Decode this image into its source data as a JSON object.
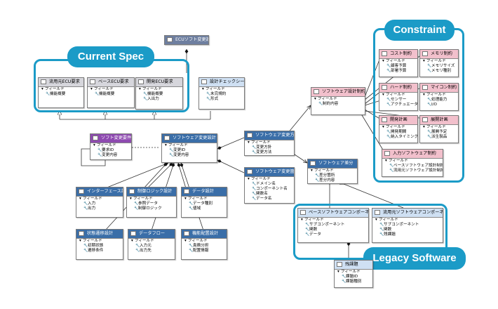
{
  "callouts": {
    "current_spec": "Current Spec",
    "constraint": "Constraint",
    "legacy_software": "Legacy Software"
  },
  "field_heading": "フィールド",
  "boxes": {
    "ecu_change_design": {
      "title": "ECUソフト変更設計",
      "items": []
    },
    "derived_ecu_req": {
      "title": "流用元ECU要求",
      "items": [
        "機能概要"
      ]
    },
    "base_ecu_req": {
      "title": "ベースECU要求",
      "items": [
        "機能概要"
      ]
    },
    "dev_ecu_req": {
      "title": "開発ECU要求",
      "items": [
        "機能概要",
        "入出力"
      ]
    },
    "design_check_sheet": {
      "title": "設計チェックシート",
      "items": [
        "未完規約",
        "形式"
      ]
    },
    "sw_change_req": {
      "title": "ソフト変更要件",
      "items": [
        "要求ID",
        "変更内容"
      ]
    },
    "sw_change_design": {
      "title": "ソフトウェア変更設計",
      "items": [
        "変更ID",
        "変更内容"
      ]
    },
    "sw_change_method": {
      "title": "ソフトウェア変更方式",
      "items": [
        "変更方針",
        "変更方法"
      ]
    },
    "sw_change_location": {
      "title": "ソフトウェア変更箇所",
      "items": [
        "ドメイン名",
        "コンポーネント名",
        "関数名",
        "データ名"
      ]
    },
    "sw_diff": {
      "title": "ソフトウェア差分",
      "items": [
        "差分箇所",
        "差分内容"
      ]
    },
    "sw_design_constraint": {
      "title": "ソフトウェア設計制約",
      "items": [
        "制約内容"
      ]
    },
    "cost_constraint": {
      "title": "コスト制約",
      "items": [
        "顧客予算",
        "部署予算"
      ]
    },
    "memory_constraint": {
      "title": "メモリ制約",
      "items": [
        "メモリサイズ",
        "メモリ種別"
      ]
    },
    "hw_constraint": {
      "title": "ハード制約",
      "items": [
        "センサー",
        "アクチュエータ"
      ]
    },
    "mcu_constraint": {
      "title": "マイコン制約",
      "items": [
        "処理能力",
        "I/O"
      ]
    },
    "dev_plan": {
      "title": "開発計画",
      "items": [
        "開発期間",
        "納入タイミング"
      ]
    },
    "mass_prod_plan": {
      "title": "展開計画",
      "items": [
        "展開予定",
        "派生製品"
      ]
    },
    "input_sw_constraint": {
      "title": "入力ソフトウェア制約",
      "items": [
        "ベースソフトウェア設計制約",
        "流用元ソフトウェア設計制約"
      ]
    },
    "interface_design": {
      "title": "インターフェース設計",
      "items": [
        "入力",
        "出力"
      ]
    },
    "control_logic_design": {
      "title": "制御ロジック設計",
      "items": [
        "参照データ",
        "制御ロジック"
      ]
    },
    "data_design": {
      "title": "データ設計",
      "items": [
        "データ種別",
        "値域"
      ]
    },
    "state_transition_design": {
      "title": "状態遷移設計",
      "items": [
        "初期状態",
        "遷移条件"
      ]
    },
    "dataflow": {
      "title": "データフロー",
      "items": [
        "入力元",
        "出力先"
      ]
    },
    "function_allocation_design": {
      "title": "機能配置設計",
      "items": [
        "責務分担",
        "配置情報"
      ]
    },
    "base_sw_component": {
      "title": "ベースソフトウェアコンポーネント",
      "items": [
        "サブコンポーネント",
        "関数",
        "データ"
      ]
    },
    "derived_sw_component": {
      "title": "流用元ソフトウェアコンポーネント",
      "items": [
        "サブコンポーネント",
        "関数",
        "残課題"
      ]
    },
    "remaining_issue": {
      "title": "残課題",
      "items": [
        "課題ID",
        "課題種別"
      ]
    }
  }
}
